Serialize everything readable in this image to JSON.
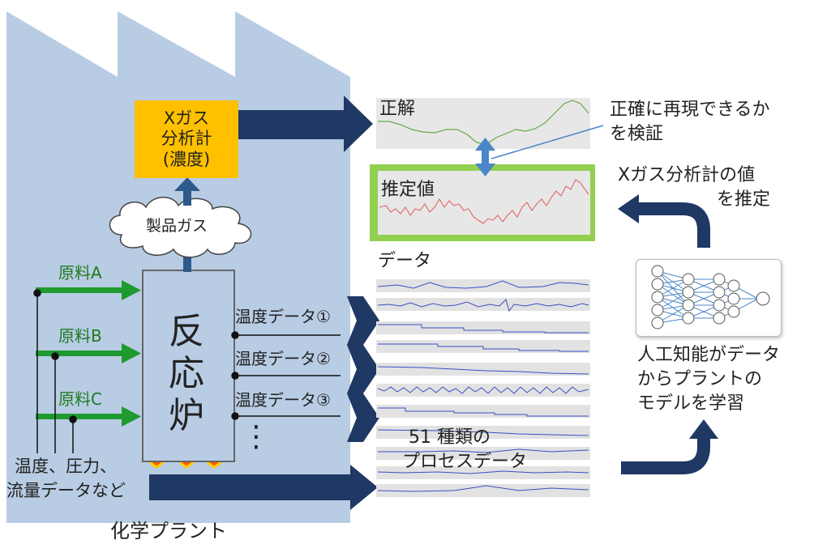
{
  "plant": {
    "name": "化学プラント",
    "analyzer_line1": "Xガス",
    "analyzer_line2": "分析計",
    "analyzer_line3": "(濃度)",
    "product_gas": "製品ガス",
    "reactor_char1": "反",
    "reactor_char2": "応",
    "reactor_char3": "炉",
    "material_a": "原料A",
    "material_b": "原料B",
    "material_c": "原料C",
    "sensor_line1": "温度、圧力、",
    "sensor_line2": "流量データなど",
    "temp1": "温度データ①",
    "temp2": "温度データ②",
    "temp3": "温度データ③",
    "ellipsis": "⋮"
  },
  "charts": {
    "truth_label": "正解",
    "estimate_label": "推定値",
    "data_label": "データ",
    "kinds_line1": "51 種類の",
    "kinds_line2": "プロセスデータ"
  },
  "annotations": {
    "verify_line1": "正確に再現できるか",
    "verify_line2": "を検証",
    "estimate_line1": "Xガス分析計の値",
    "estimate_line2": "を推定",
    "ai_line1": "人工知能がデータ",
    "ai_line2": "からプラントの",
    "ai_line3": "モデルを学習"
  },
  "colors": {
    "plant_fill": "#b8cce4",
    "arrow": "#1f3864",
    "analyzer": "#ffc000",
    "green_arrow": "#1f9a2f",
    "estimate_border": "#92d050",
    "truth_line": "#6aa84f",
    "estimate_line": "#e06666",
    "data_line": "#3b4fc4",
    "bidirectional_arrow": "#4a86c8"
  }
}
